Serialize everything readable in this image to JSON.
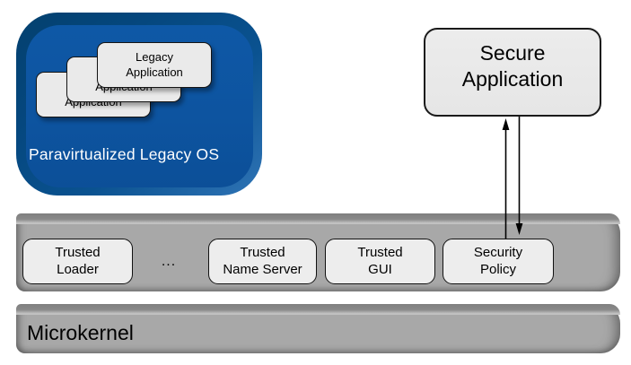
{
  "legacy_os": {
    "title": "Paravirtualized Legacy OS",
    "apps": [
      {
        "label": "Legacy\nApplication"
      },
      {
        "label": "Legacy\nApplication"
      },
      {
        "label": "Legacy\nApplication"
      }
    ],
    "colors": {
      "face": "#0d54a0",
      "rim_dark": "#05477e",
      "rim_light": "#2f74b6"
    }
  },
  "secure_app": {
    "label": "Secure\nApplication"
  },
  "services_bar": {
    "boxes": [
      {
        "label": "Trusted\nLoader"
      },
      {
        "label": "Trusted\nName Server"
      },
      {
        "label": "Trusted\nGUI"
      },
      {
        "label": "Security\nPolicy"
      }
    ],
    "ellipsis": "...",
    "colors": {
      "face": "#a8a8a8",
      "bevel_dark": "#858585",
      "bevel_light": "#c6c6c6",
      "box_fill": "#ededed"
    }
  },
  "microkernel": {
    "label": "Microkernel"
  }
}
